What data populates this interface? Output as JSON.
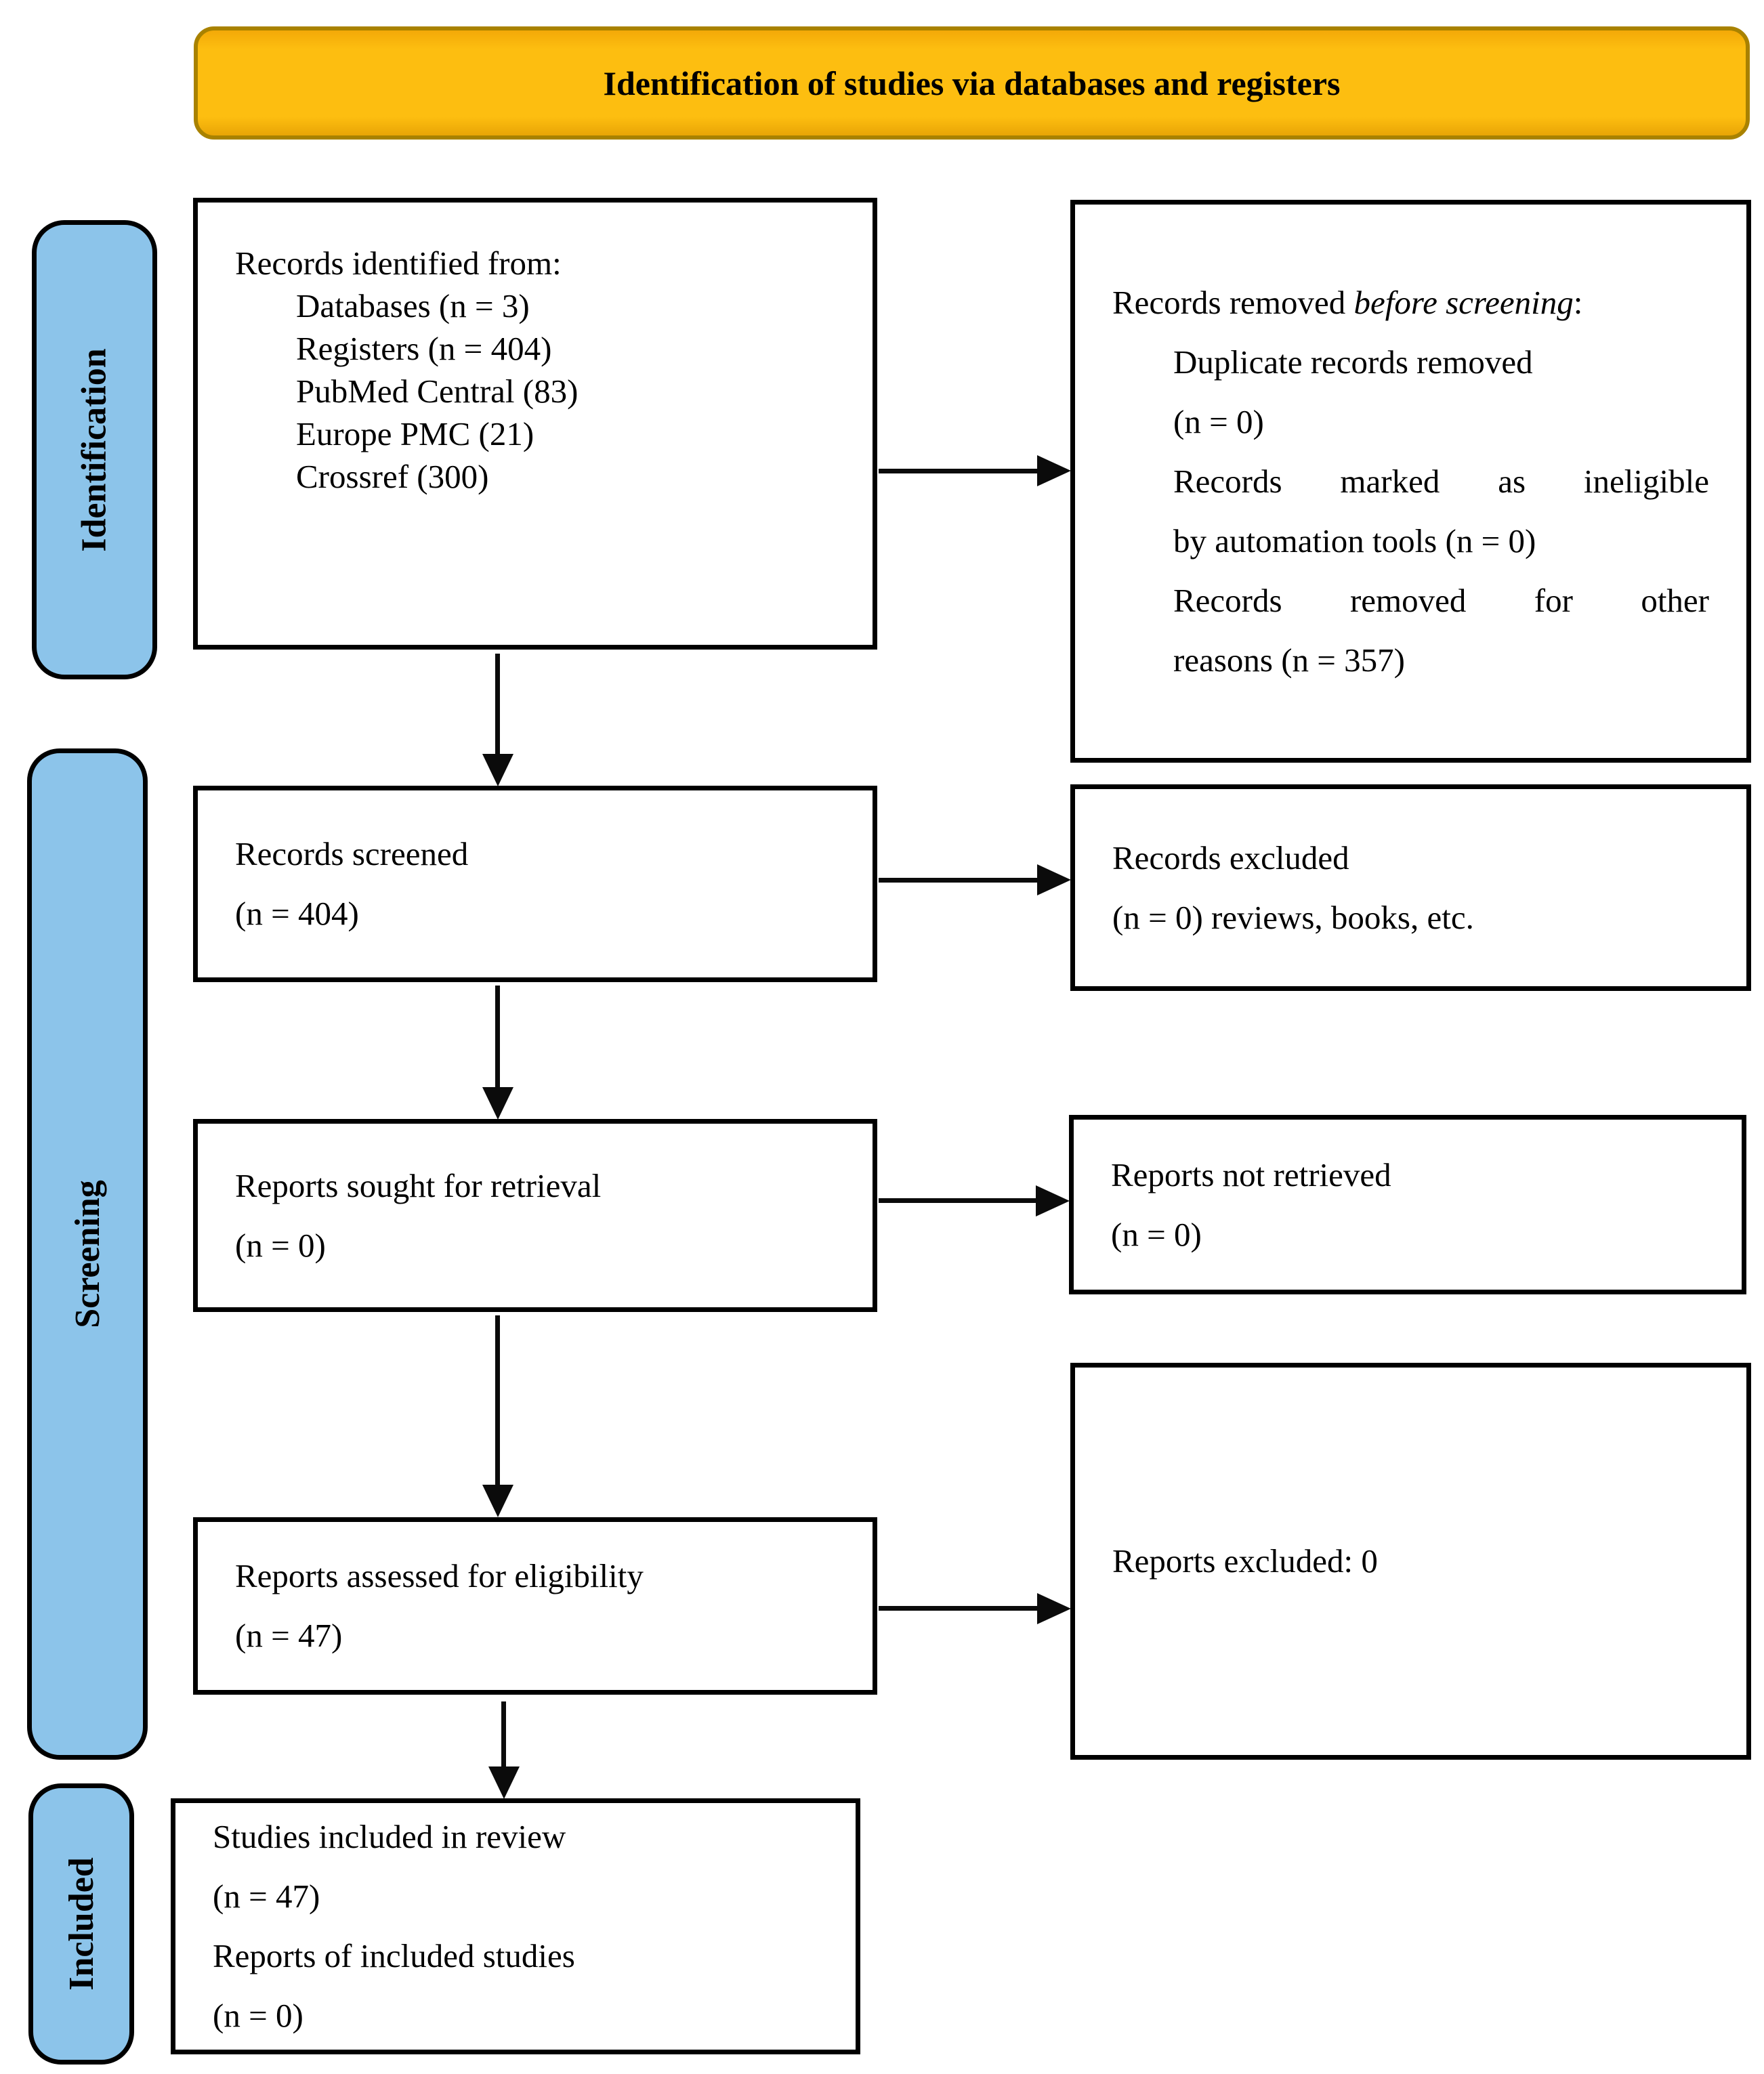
{
  "banner": {
    "label": "Identification of studies via databases and registers"
  },
  "stages": {
    "identification": "Identification",
    "screening": "Screening",
    "included": "Included"
  },
  "boxes": {
    "records_identified": {
      "title": "Records identified from:",
      "items": [
        "Databases (n = 3)",
        "Registers (n = 404)",
        "PubMed Central (83)",
        "Europe PMC (21)",
        "Crossref (300)"
      ]
    },
    "records_removed": {
      "title_prefix": "Records removed ",
      "title_italic": "before screening",
      "title_suffix": ":",
      "items": [
        "Duplicate records removed",
        "(n = 0)",
        "Records marked as ineligible",
        "by automation tools (n = 0)",
        "Records removed for other",
        "reasons (n = 357)"
      ]
    },
    "records_screened": {
      "lines": [
        "Records screened",
        "(n = 404)"
      ]
    },
    "records_excluded": {
      "lines": [
        "Records excluded",
        "(n = 0) reviews, books, etc."
      ]
    },
    "reports_sought": {
      "lines": [
        "Reports sought for retrieval",
        "(n = 0)"
      ]
    },
    "reports_not_retrieved": {
      "lines": [
        "Reports not retrieved",
        "(n = 0)"
      ]
    },
    "reports_assessed": {
      "lines": [
        "Reports assessed for eligibility",
        "(n = 47)"
      ]
    },
    "reports_excluded": {
      "label": "Reports excluded: 0"
    },
    "studies_included": {
      "lines": [
        "Studies included in review",
        "(n = 47)",
        "Reports of included studies",
        "(n = 0)"
      ]
    }
  },
  "colors": {
    "banner_fill": "#FDBE10",
    "banner_border": "#A98200",
    "stage_fill": "#8CC4EA",
    "ink": "#000000"
  }
}
